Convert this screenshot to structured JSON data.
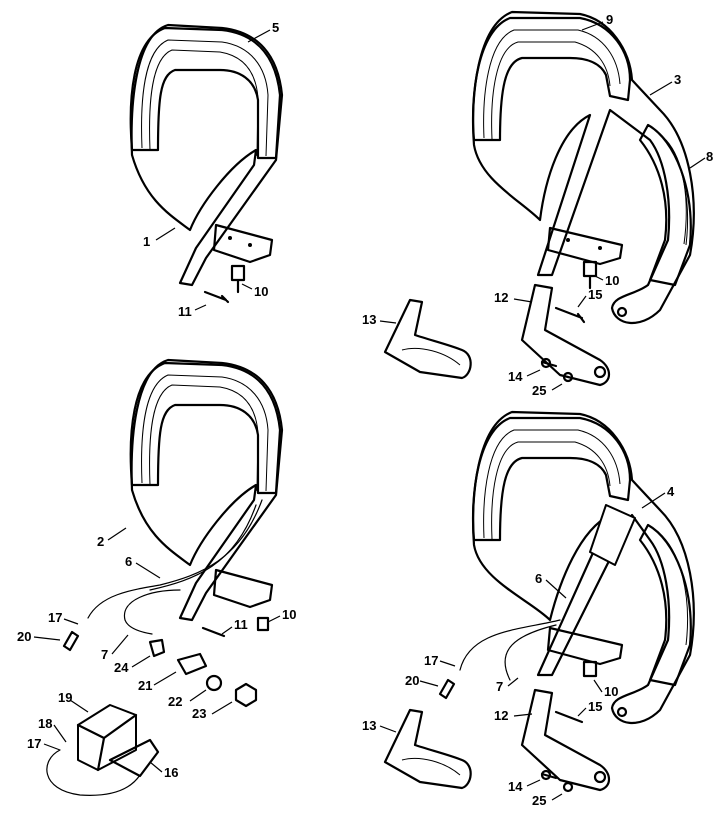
{
  "callouts": [
    {
      "id": "c5",
      "text": "5"
    },
    {
      "id": "c1",
      "text": "1"
    },
    {
      "id": "c10a",
      "text": "10"
    },
    {
      "id": "c11a",
      "text": "11"
    },
    {
      "id": "c9",
      "text": "9"
    },
    {
      "id": "c3",
      "text": "3"
    },
    {
      "id": "c8",
      "text": "8"
    },
    {
      "id": "c10b",
      "text": "10"
    },
    {
      "id": "c12a",
      "text": "12"
    },
    {
      "id": "c15a",
      "text": "15"
    },
    {
      "id": "c13a",
      "text": "13"
    },
    {
      "id": "c14a",
      "text": "14"
    },
    {
      "id": "c25a",
      "text": "25"
    },
    {
      "id": "c2",
      "text": "2"
    },
    {
      "id": "c6a",
      "text": "6"
    },
    {
      "id": "c17a",
      "text": "17"
    },
    {
      "id": "c20a",
      "text": "20"
    },
    {
      "id": "c7a",
      "text": "7"
    },
    {
      "id": "c24",
      "text": "24"
    },
    {
      "id": "c11b",
      "text": "11"
    },
    {
      "id": "c10c",
      "text": "10"
    },
    {
      "id": "c21",
      "text": "21"
    },
    {
      "id": "c22",
      "text": "22"
    },
    {
      "id": "c23",
      "text": "23"
    },
    {
      "id": "c19",
      "text": "19"
    },
    {
      "id": "c18",
      "text": "18"
    },
    {
      "id": "c17b",
      "text": "17"
    },
    {
      "id": "c16",
      "text": "16"
    },
    {
      "id": "c4",
      "text": "4"
    },
    {
      "id": "c6b",
      "text": "6"
    },
    {
      "id": "c17c",
      "text": "17"
    },
    {
      "id": "c20b",
      "text": "20"
    },
    {
      "id": "c7b",
      "text": "7"
    },
    {
      "id": "c10d",
      "text": "10"
    },
    {
      "id": "c12b",
      "text": "12"
    },
    {
      "id": "c15b",
      "text": "15"
    },
    {
      "id": "c13b",
      "text": "13"
    },
    {
      "id": "c14b",
      "text": "14"
    },
    {
      "id": "c25b",
      "text": "25"
    }
  ]
}
